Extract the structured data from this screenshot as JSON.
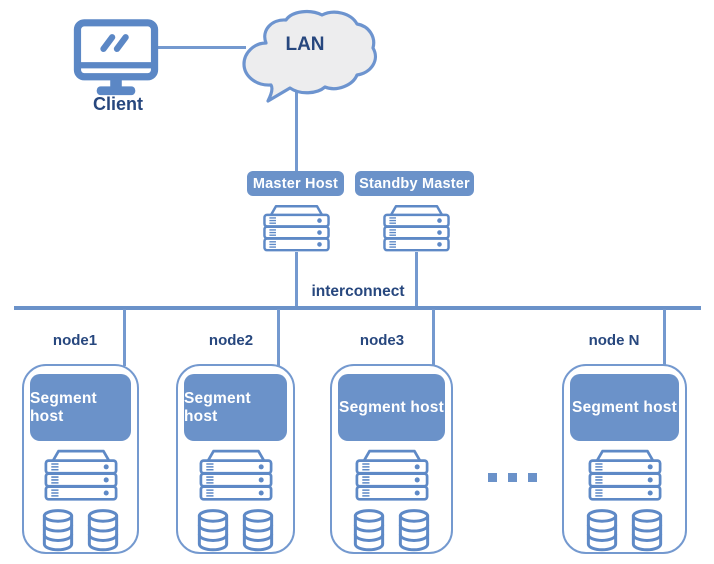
{
  "colors": {
    "accent_blue": "#6b92c9",
    "line_blue": "#7499cf",
    "icon_stroke_blue": "#5e89c6",
    "text_navy": "#27477e",
    "cloud_fill": "#ededee",
    "white": "#ffffff"
  },
  "client": {
    "label": "Client",
    "icon": "monitor-icon"
  },
  "lan": {
    "label": "LAN",
    "icon": "cloud-icon"
  },
  "master": {
    "label": "Master Host",
    "icon": "server-rack-icon"
  },
  "standby": {
    "label": "Standby Master",
    "icon": "server-rack-icon"
  },
  "interconnect": {
    "label": "interconnect"
  },
  "nodes": [
    {
      "name": "node1",
      "segment": "Segment host",
      "icons": [
        "server-rack-icon",
        "database-cylinder-icon",
        "database-cylinder-icon"
      ]
    },
    {
      "name": "node2",
      "segment": "Segment host",
      "icons": [
        "server-rack-icon",
        "database-cylinder-icon",
        "database-cylinder-icon"
      ]
    },
    {
      "name": "node3",
      "segment": "Segment host",
      "icons": [
        "server-rack-icon",
        "database-cylinder-icon",
        "database-cylinder-icon"
      ]
    },
    {
      "name": "node N",
      "segment": "Segment host",
      "icons": [
        "server-rack-icon",
        "database-cylinder-icon",
        "database-cylinder-icon"
      ]
    }
  ],
  "ellipsis": {
    "icon": "three-square-dots"
  }
}
